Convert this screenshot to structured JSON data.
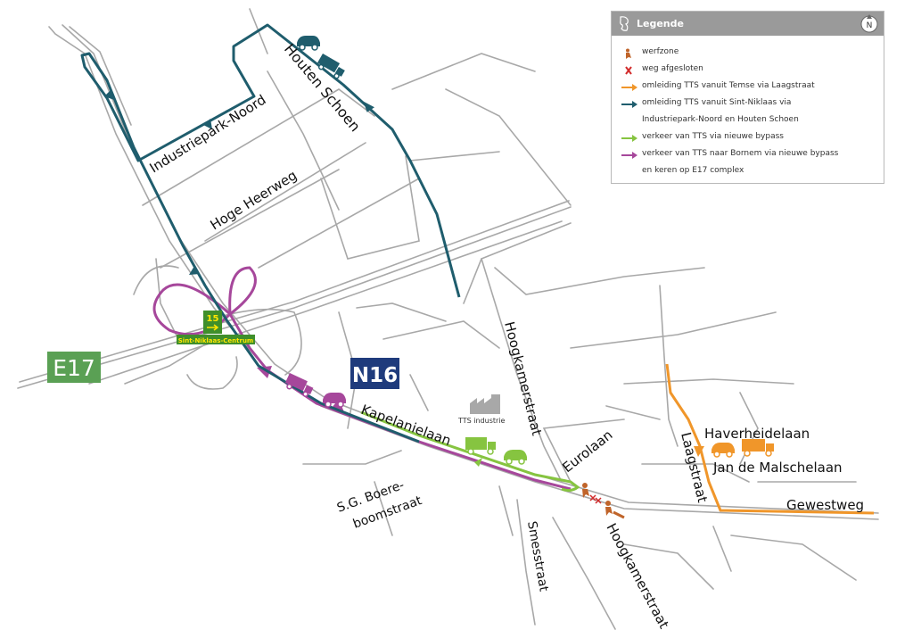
{
  "legend": {
    "title": "Legende",
    "north_label": "N",
    "items": [
      {
        "id": "werfzone",
        "label": "werfzone",
        "color": "#c0642a"
      },
      {
        "id": "afgesloten",
        "label": "weg afgesloten",
        "color": "#d22b2b"
      },
      {
        "id": "temse",
        "label": "omleiding TTS vanuit Temse via Laagstraat",
        "color": "#f0962a"
      },
      {
        "id": "sintniklaas",
        "label": "omleiding TTS vanuit Sint-Niklaas via",
        "label2": "Industriepark-Noord en Houten Schoen",
        "color": "#1f5d6d"
      },
      {
        "id": "bypass",
        "label": "verkeer van TTS via nieuwe bypass",
        "color": "#86c440"
      },
      {
        "id": "bornem",
        "label": "verkeer van TTS naar Bornem via nieuwe bypass",
        "label2": "en keren op E17 complex",
        "color": "#a6479b"
      }
    ]
  },
  "map": {
    "road_badges": {
      "e17": "E17",
      "n16": "N16"
    },
    "exit": {
      "number": "15",
      "destination": "Sint-Niklaas-Centrum"
    },
    "poi": {
      "tts": "TTS industrie"
    },
    "streets": {
      "houten_schoen": "Houten Schoen",
      "industriepark": "Industriepark-Noord",
      "hoge_heerweg": "Hoge Heerweg",
      "hoogkamerstraat": "Hoogkamerstraat",
      "kapelanielaan": "Kapelanielaan",
      "eurolaan": "Eurolaan",
      "sg_boere_1": "S.G. Boere-",
      "sg_boere_2": "boomstraat",
      "smesstraat": "Smesstraat",
      "haverheidelaan": "Haverheidelaan",
      "jan_de_malschelaan": "Jan de Malschelaan",
      "laagstraat": "Laagstraat",
      "gewestweg": "Gewestweg"
    },
    "colors": {
      "road": "#a8a8a8",
      "e17_badge": "#5aa054",
      "n16_badge": "#1f3b7c",
      "teal": "#1f5d6d",
      "magenta": "#a6479b",
      "green": "#86c440",
      "orange": "#f0962a",
      "exit_sign": "#3f8f2b"
    }
  }
}
